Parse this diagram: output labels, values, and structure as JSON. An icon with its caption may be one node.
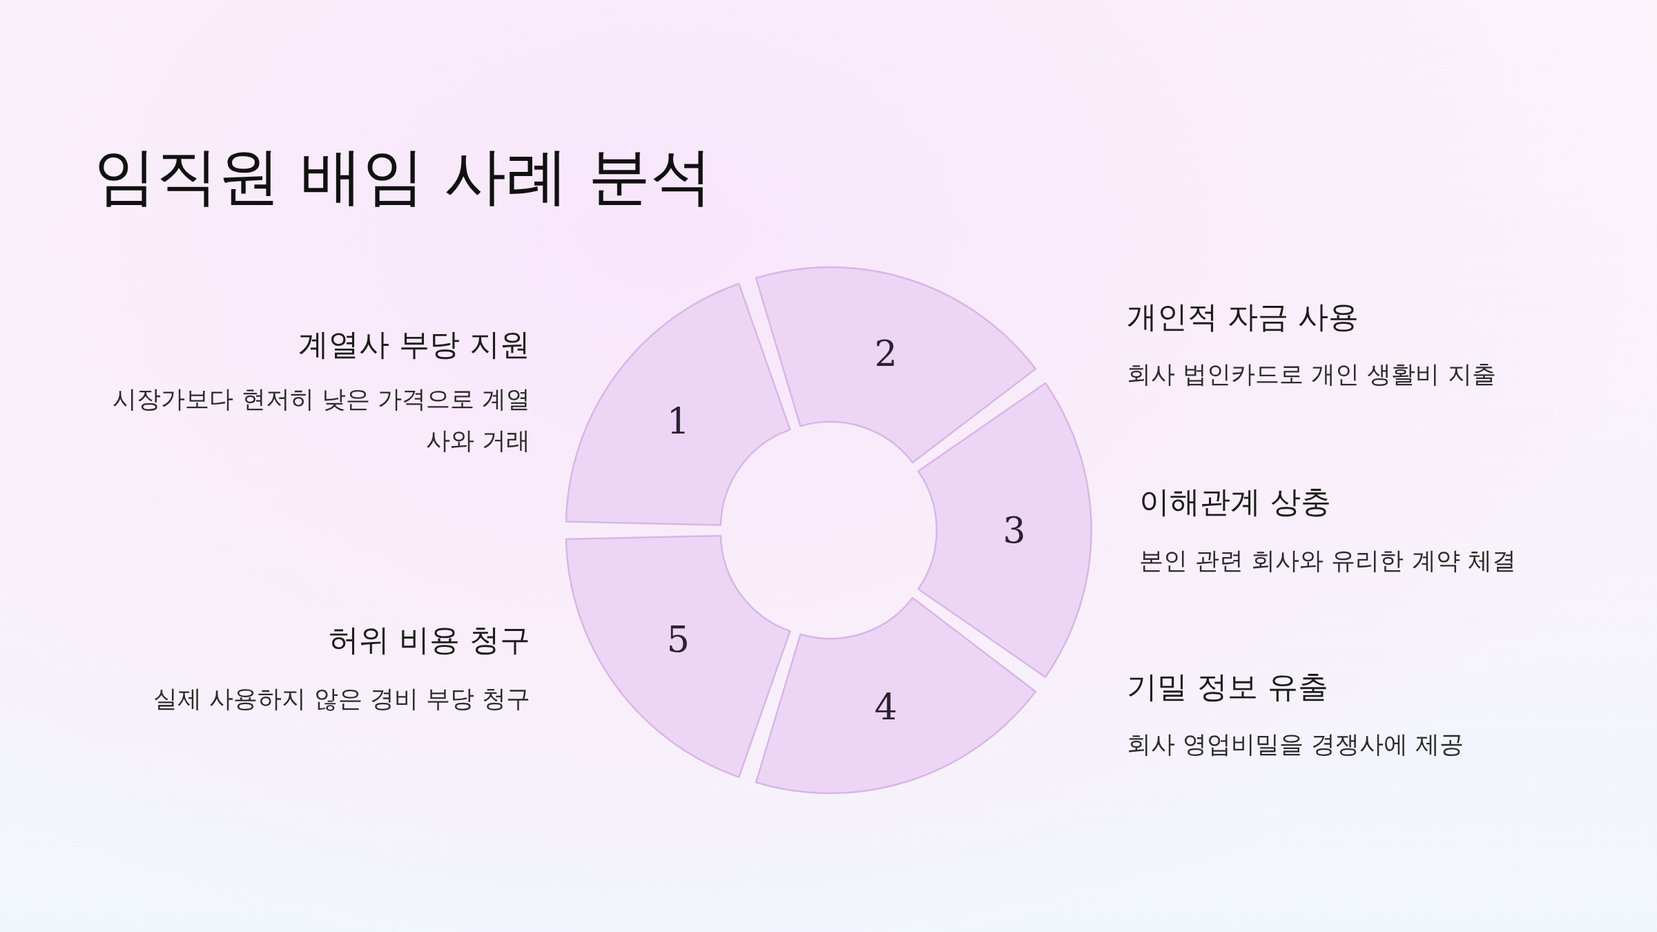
{
  "diagram": {
    "title": "임직원 배임 사례 분석",
    "nodes": [
      {
        "text": [
          "1"
        ],
        "beside": [
          "계열사 부당 지원",
          "시장가보다 현저히 낮은 가격으로 계열사와 거래"
        ]
      },
      {
        "text": [
          "2"
        ],
        "beside": [
          "개인적 자금 사용",
          "회사 법인카드로 개인 생활비 지출"
        ]
      },
      {
        "text": [
          "3"
        ],
        "beside": [
          "이해관계 상충",
          "본인 관련 회사와 유리한 계약 체결"
        ]
      },
      {
        "text": [
          "4"
        ],
        "beside": [
          "기밀 정보 유출",
          "회사 영업비밀을 경쟁사에 제공"
        ]
      },
      {
        "text": [
          "5"
        ],
        "beside": [
          "허위 비용 청구",
          "실제 사용하지 않은 경비 부당 청구"
        ]
      }
    ]
  }
}
